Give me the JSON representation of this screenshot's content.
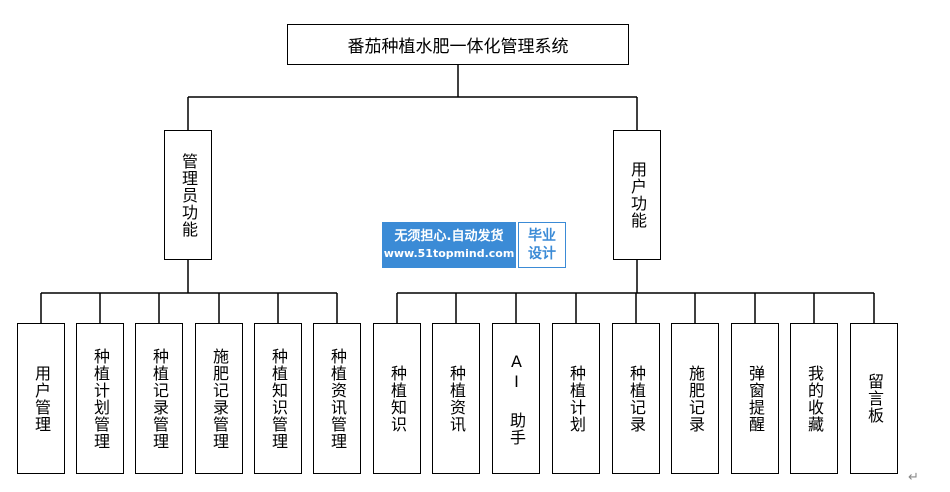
{
  "root": "番茄种植水肥一体化管理系统",
  "admin": {
    "label": "管理员功能",
    "children": [
      "用户管理",
      "种植计划管理",
      "种植记录管理",
      "施肥记录管理",
      "种植知识管理",
      "种植资讯管理"
    ]
  },
  "user": {
    "label": "用户功能",
    "children": [
      "种植知识",
      "种植资讯",
      "AI 助手",
      "种植计划",
      "种植记录",
      "施肥记录",
      "弹窗提醒",
      "我的收藏",
      "留言板"
    ]
  },
  "watermark": {
    "line1": "无须担心.自动发货",
    "line2": "www.51topmind.com",
    "right1": "毕业",
    "right2": "设计"
  },
  "paragraph_mark": "↵"
}
